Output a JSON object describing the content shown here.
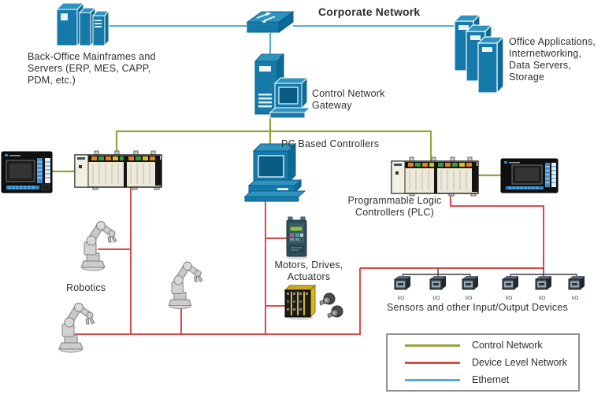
{
  "diagram_title": "Corporate Network",
  "colors": {
    "device_blue": "#1579aa",
    "control_network": "#97a13f",
    "device_level_network": "#dd4a4a",
    "ethernet": "#55aed0",
    "background": "#ffffff"
  },
  "nodes": {
    "back_office": {
      "label": "Back-Office Mainframes and\nServers (ERP, MES, CAPP,\nPDM, etc.)"
    },
    "corporate": {
      "label": "Corporate Network"
    },
    "office_apps": {
      "label": "Office Applications,\nInternetworking,\nData Servers,\nStorage"
    },
    "gateway": {
      "label": "Control Network\nGateway"
    },
    "pc_controllers": {
      "label": "PC Based Controllers"
    },
    "plc": {
      "label": "Programmable Logic\nControllers (PLC)"
    },
    "motors": {
      "label": "Motors, Drives,\nActuators"
    },
    "robotics": {
      "label": "Robotics"
    },
    "sensors": {
      "label": "Sensors and other Input/Output Devices"
    },
    "io_unit_label": "I/O"
  },
  "legend": {
    "items": [
      {
        "label": "Control Network",
        "color": "#97a13f"
      },
      {
        "label": "Device Level Network",
        "color": "#dd4a4a"
      },
      {
        "label": "Ethernet",
        "color": "#55aed0"
      }
    ]
  }
}
